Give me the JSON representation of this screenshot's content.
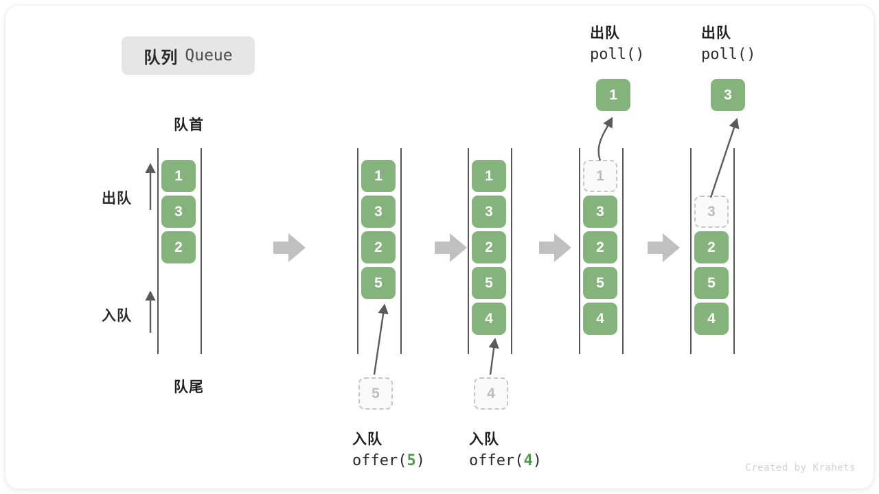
{
  "title": {
    "cn": "队列",
    "en": "Queue"
  },
  "labels": {
    "head": "队首",
    "tail": "队尾",
    "dequeue": "出队",
    "enqueue": "入队"
  },
  "watermark": "Created by Krahets",
  "colors": {
    "cell_fill": "#84b47b",
    "cell_text": "#ffffff",
    "ghost_fill": "#fafafa",
    "ghost_border": "#c6c6c6",
    "ghost_text": "#bdbdbd",
    "rail": "#555555",
    "arrow_gray": "#c0c0c0",
    "accent_green": "#4f9a4a",
    "badge_bg": "#e6e6e6",
    "text_dark": "#1f1f1f"
  },
  "operations": [
    {
      "name": "offer5",
      "cn": "入队",
      "fn_prefix": "offer(",
      "arg": "5",
      "fn_suffix": ")"
    },
    {
      "name": "offer4",
      "cn": "入队",
      "fn_prefix": "offer(",
      "arg": "4",
      "fn_suffix": ")"
    },
    {
      "name": "poll1",
      "cn": "出队",
      "fn_prefix": "poll(",
      "arg": "",
      "fn_suffix": ")"
    },
    {
      "name": "poll3",
      "cn": "出队",
      "fn_prefix": "poll(",
      "arg": "",
      "fn_suffix": ")"
    }
  ],
  "stages": [
    {
      "name": "initial-queue",
      "cells": [
        {
          "value": "1",
          "ghost": false
        },
        {
          "value": "3",
          "ghost": false
        },
        {
          "value": "2",
          "ghost": false
        }
      ]
    },
    {
      "name": "after-offer-5",
      "cells": [
        {
          "value": "1",
          "ghost": false
        },
        {
          "value": "3",
          "ghost": false
        },
        {
          "value": "2",
          "ghost": false
        },
        {
          "value": "5",
          "ghost": false
        }
      ]
    },
    {
      "name": "after-offer-4",
      "cells": [
        {
          "value": "1",
          "ghost": false
        },
        {
          "value": "3",
          "ghost": false
        },
        {
          "value": "2",
          "ghost": false
        },
        {
          "value": "5",
          "ghost": false
        },
        {
          "value": "4",
          "ghost": false
        }
      ]
    },
    {
      "name": "after-poll-1",
      "cells": [
        {
          "value": "1",
          "ghost": true
        },
        {
          "value": "3",
          "ghost": false
        },
        {
          "value": "2",
          "ghost": false
        },
        {
          "value": "5",
          "ghost": false
        },
        {
          "value": "4",
          "ghost": false
        }
      ]
    },
    {
      "name": "after-poll-3",
      "cells": [
        {
          "value": "",
          "ghost": false,
          "empty": true
        },
        {
          "value": "3",
          "ghost": true
        },
        {
          "value": "2",
          "ghost": false
        },
        {
          "value": "5",
          "ghost": false
        },
        {
          "value": "4",
          "ghost": false
        }
      ]
    }
  ],
  "popped": [
    {
      "name": "popped-value-1",
      "value": "1"
    },
    {
      "name": "popped-value-3",
      "value": "3"
    }
  ],
  "incoming": [
    {
      "name": "incoming-value-5",
      "value": "5"
    },
    {
      "name": "incoming-value-4",
      "value": "4"
    }
  ]
}
